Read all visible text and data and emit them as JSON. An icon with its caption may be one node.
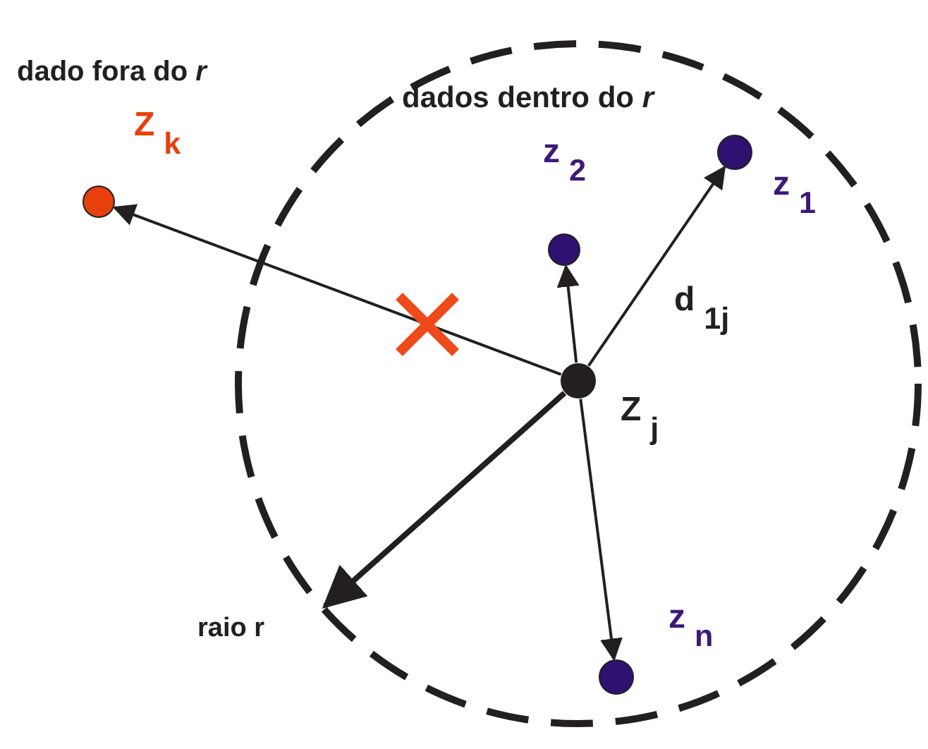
{
  "diagram": {
    "nodes": [
      {
        "text": [
          "dados dentro do *r*"
        ]
      },
      {
        "text": [],
        "shape": "circle",
        "beside": [
          "dado fora do *r*",
          "Z$_{k}$"
        ]
      },
      {
        "text": [],
        "shape": "circle",
        "in": 0,
        "beside": [
          "z$_{2}$"
        ]
      },
      {
        "text": [],
        "shape": "circle",
        "in": 0,
        "beside": [
          "z$_{1}$"
        ]
      },
      {
        "text": [],
        "shape": "circle",
        "in": 0,
        "beside": [
          "Z$_{j}$"
        ]
      },
      {
        "text": [],
        "shape": "circle",
        "in": 0,
        "beside": [
          "z$_{n}$"
        ]
      }
    ],
    "edges": [
      {
        "from": 4,
        "to": 1,
        "arrow": "to"
      },
      {
        "from": 4,
        "to": 2,
        "arrow": "to"
      },
      {
        "from": 4,
        "to": 3,
        "arrow": "to",
        "label": "d$_{1j}$"
      },
      {
        "from": 4,
        "to": 0,
        "arrow": "to",
        "label": "raio r",
        "style": "thick"
      },
      {
        "from": 4,
        "to": 5,
        "arrow": "to"
      }
    ]
  }
}
